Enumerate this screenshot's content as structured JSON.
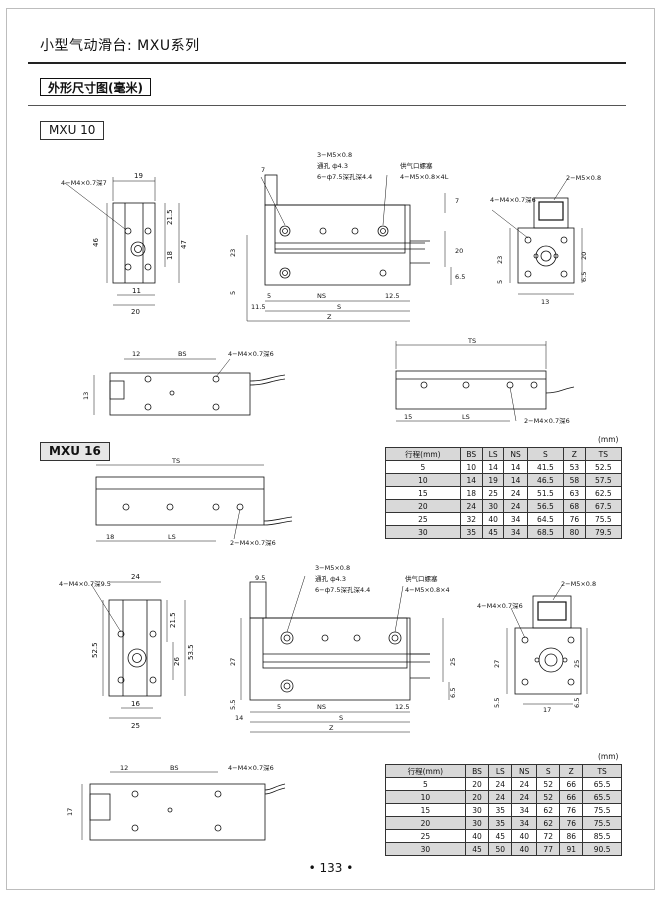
{
  "page": {
    "title": "小型气动滑台: MXU系列",
    "section": "外形尺寸图(毫米)",
    "page_number": "• 133 •"
  },
  "mxu10": {
    "series": "MXU 10",
    "front": {
      "tap": "4−M4×0.7深7",
      "w_top": "19",
      "h_total": "46",
      "h_a": "21.5",
      "h_b": "18",
      "h_c": "47",
      "w_mid": "11",
      "w_bottom": "20"
    },
    "side": {
      "top_w": "7",
      "hole1": "3−M5×0.8",
      "hole2": "通孔 ф4.3",
      "hole3": "6−ф7.5深孔深4.4",
      "port_title": "供气口螺塞",
      "port": "4−M5×0.8×4L",
      "h_right1": "7",
      "h_right2": "20",
      "h_right3": "6.5",
      "h_left1": "23",
      "h_left2": "5",
      "d_5": "5",
      "d_NS": "NS",
      "d_12_5": "12.5",
      "d_11_5": "11.5",
      "d_S": "S",
      "d_Z": "Z"
    },
    "end": {
      "tap": "4−M4×0.7深6",
      "port": "2−M5×0.8",
      "h_left1": "23",
      "h_left2": "5",
      "h_right1": "20",
      "h_right2": "6.5",
      "w_bottom": "13"
    },
    "top": {
      "d_12": "12",
      "d_BS": "BS",
      "tap": "4−M4×0.7深6",
      "h": "13"
    },
    "bottom": {
      "d_TS": "TS",
      "d_15": "15",
      "d_LS": "LS",
      "tap": "2−M4×0.7深6"
    },
    "table": {
      "unit": "(mm)",
      "headers": [
        "行程(mm)",
        "BS",
        "LS",
        "NS",
        "S",
        "Z",
        "TS"
      ],
      "rows": [
        [
          "5",
          "10",
          "14",
          "14",
          "41.5",
          "53",
          "52.5"
        ],
        [
          "10",
          "14",
          "19",
          "14",
          "46.5",
          "58",
          "57.5"
        ],
        [
          "15",
          "18",
          "25",
          "24",
          "51.5",
          "63",
          "62.5"
        ],
        [
          "20",
          "24",
          "30",
          "24",
          "56.5",
          "68",
          "67.5"
        ],
        [
          "25",
          "32",
          "40",
          "34",
          "64.5",
          "76",
          "75.5"
        ],
        [
          "30",
          "35",
          "45",
          "34",
          "68.5",
          "80",
          "79.5"
        ]
      ]
    }
  },
  "mxu16": {
    "series": "MXU 16",
    "bottom": {
      "d_TS": "TS",
      "d_18": "18",
      "d_LS": "LS",
      "tap": "2−M4×0.7深6"
    },
    "front": {
      "tap": "4−M4×0.7深9.5",
      "w_top": "24",
      "h_total": "52.5",
      "h_a": "21.5",
      "h_b": "26",
      "h_c": "53.5",
      "w_mid": "16",
      "w_bottom": "25"
    },
    "side": {
      "top_w": "9.5",
      "hole1": "3−M5×0.8",
      "hole2": "通孔 ф4.3",
      "hole3": "6−ф7.5深孔深4.4",
      "port_title": "供气口螺塞",
      "port": "4−M5×0.8×4",
      "h_right1": "25",
      "h_right2": "6.5",
      "h_left1": "27",
      "h_left2": "5.5",
      "d_5": "5",
      "d_NS": "NS",
      "d_12_5": "12.5",
      "d_14": "14",
      "d_S": "S",
      "d_Z": "Z"
    },
    "end": {
      "tap": "4−M4×0.7深6",
      "port": "2−M5×0.8",
      "h_left1": "27",
      "h_left2": "5.5",
      "h_right1": "25",
      "h_right2": "6.5",
      "w_bottom": "17"
    },
    "top": {
      "d_12": "12",
      "d_BS": "BS",
      "tap": "4−M4×0.7深6",
      "h": "17"
    },
    "table": {
      "unit": "(mm)",
      "headers": [
        "行程(mm)",
        "BS",
        "LS",
        "NS",
        "S",
        "Z",
        "TS"
      ],
      "rows": [
        [
          "5",
          "20",
          "24",
          "24",
          "52",
          "66",
          "65.5"
        ],
        [
          "10",
          "20",
          "24",
          "24",
          "52",
          "66",
          "65.5"
        ],
        [
          "15",
          "30",
          "35",
          "34",
          "62",
          "76",
          "75.5"
        ],
        [
          "20",
          "30",
          "35",
          "34",
          "62",
          "76",
          "75.5"
        ],
        [
          "25",
          "40",
          "45",
          "40",
          "72",
          "86",
          "85.5"
        ],
        [
          "30",
          "45",
          "50",
          "40",
          "77",
          "91",
          "90.5"
        ]
      ]
    }
  }
}
